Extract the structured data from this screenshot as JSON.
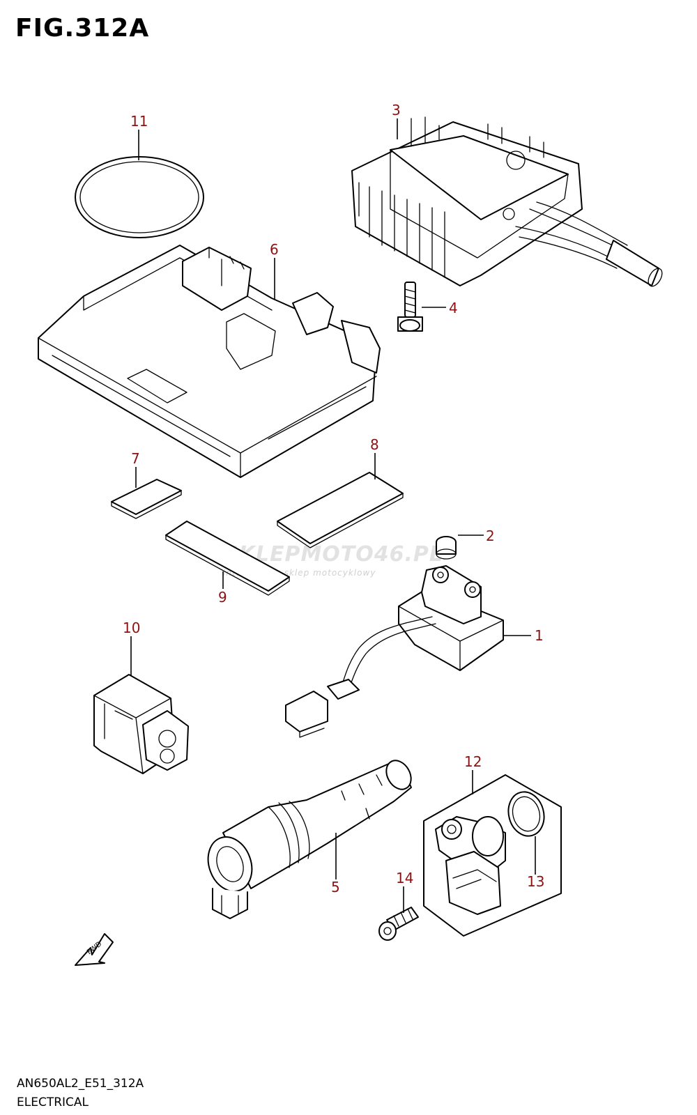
{
  "figure": {
    "title": "FIG.312A"
  },
  "callouts": [
    "1",
    "2",
    "3",
    "4",
    "5",
    "6",
    "7",
    "8",
    "9",
    "10",
    "11",
    "12",
    "13",
    "14"
  ],
  "watermark": {
    "brand": "SKLEPMOTO46.PL",
    "tagline": "internetowy sklep motocyklowy"
  },
  "footer": {
    "code": "AN650AL2_E51_312A",
    "name": "ELECTRICAL"
  },
  "colors": {
    "callout": "#8b1212",
    "line": "#000000",
    "watermark": "#bebebe"
  }
}
